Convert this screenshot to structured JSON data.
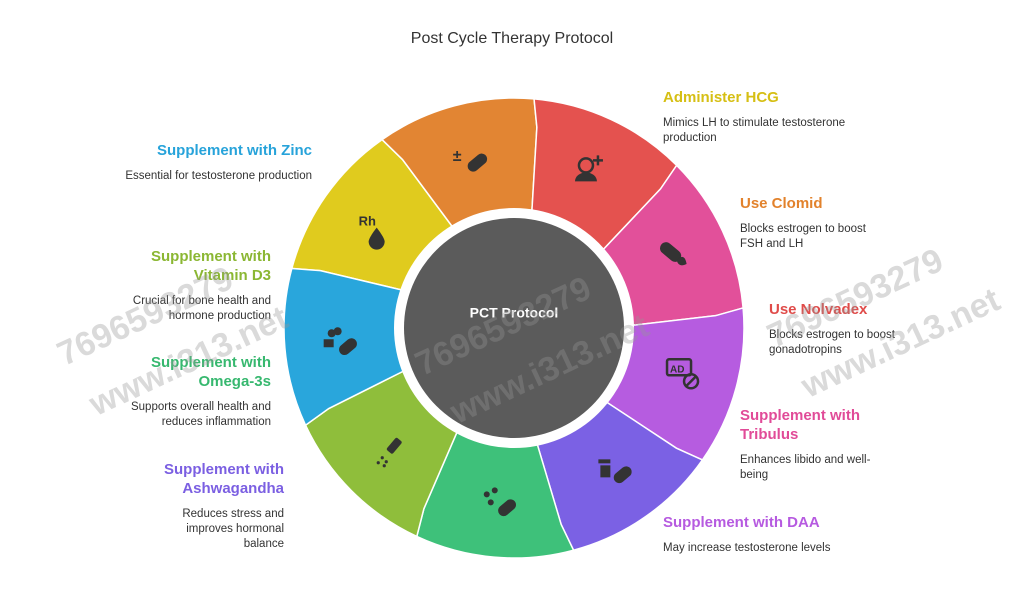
{
  "title": "Post Cycle Therapy Protocol",
  "center": {
    "label": "PCT Protocol",
    "color": "#5b5b5b"
  },
  "segments": [
    {
      "name": "hcg",
      "color": "#e0cb1e",
      "icon": "rh-blood-drop-icon",
      "title": "Administer HCG",
      "desc": "Mimics LH to stimulate testosterone production",
      "title_color": "#d6bf14"
    },
    {
      "name": "clomid",
      "color": "#e28533",
      "icon": "plus-minus-pill-icon",
      "title": "Use Clomid",
      "desc": "Blocks estrogen to boost FSH and LH",
      "title_color": "#e2822c"
    },
    {
      "name": "nolvadex",
      "color": "#e4524f",
      "icon": "woman-plus-icon",
      "title": "Use Nolvadex",
      "desc": "Blocks estrogen to boost gonadotropins",
      "title_color": "#e04c4a"
    },
    {
      "name": "tribulus",
      "color": "#e2509a",
      "icon": "pill-leaf-icon",
      "title": "Supplement with Tribulus",
      "desc": "Enhances libido and well-being",
      "title_color": "#e14b98"
    },
    {
      "name": "daa",
      "color": "#b65ce0",
      "icon": "ad-no-icon",
      "title": "Supplement with DAA",
      "desc": "May increase testosterone levels",
      "title_color": "#b65ae0"
    },
    {
      "name": "ashwagandha",
      "color": "#7b61e4",
      "icon": "bottle-pill-icon",
      "title": "Supplement with Ashwagandha",
      "desc": "Reduces stress and improves hormonal balance",
      "title_color": "#7b5fe2"
    },
    {
      "name": "omega3",
      "color": "#3ec17a",
      "icon": "capsules-icon",
      "title": "Supplement with Omega-3s",
      "desc": "Supports overall health and reduces inflammation",
      "title_color": "#37b86f"
    },
    {
      "name": "vitamin-d3",
      "color": "#8fbe3b",
      "icon": "powder-vial-icon",
      "title": "Supplement with Vitamin D3",
      "desc": "Crucial for bone health and hormone production",
      "title_color": "#8bb733"
    },
    {
      "name": "zinc",
      "color": "#29a6dc",
      "icon": "pills-icon",
      "title": "Supplement with Zinc",
      "desc": "Essential for testosterone production",
      "title_color": "#27a3da"
    }
  ],
  "watermarks": [
    "7696593279",
    "www.i313.net"
  ]
}
